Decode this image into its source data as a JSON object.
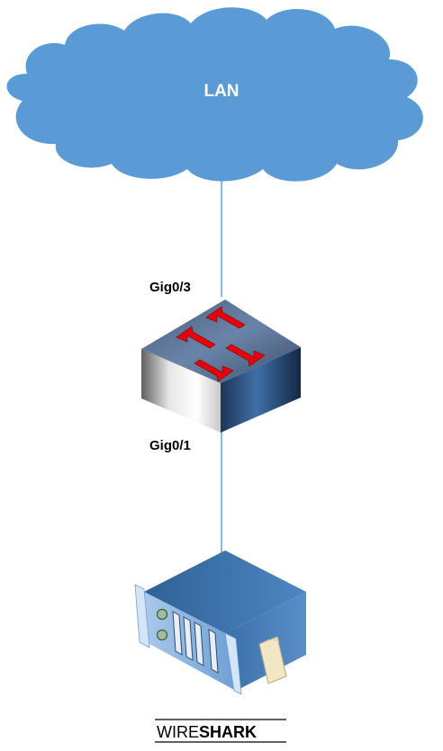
{
  "nodes": {
    "cloud": {
      "label": "LAN",
      "color": "#5B9BD5"
    },
    "switch": {
      "port_top": "Gig0/3",
      "port_bottom": "Gig0/1"
    },
    "server": {
      "brand_prefix": "WIRE",
      "brand_suffix": "SHARK"
    }
  },
  "colors": {
    "cloud_fill": "#5B9BD5",
    "cloud_label": "#ffffff",
    "link_line": "#5B9BD5",
    "arrow": "#E8000B",
    "server_body": "#4F87C0",
    "text": "#000000"
  }
}
